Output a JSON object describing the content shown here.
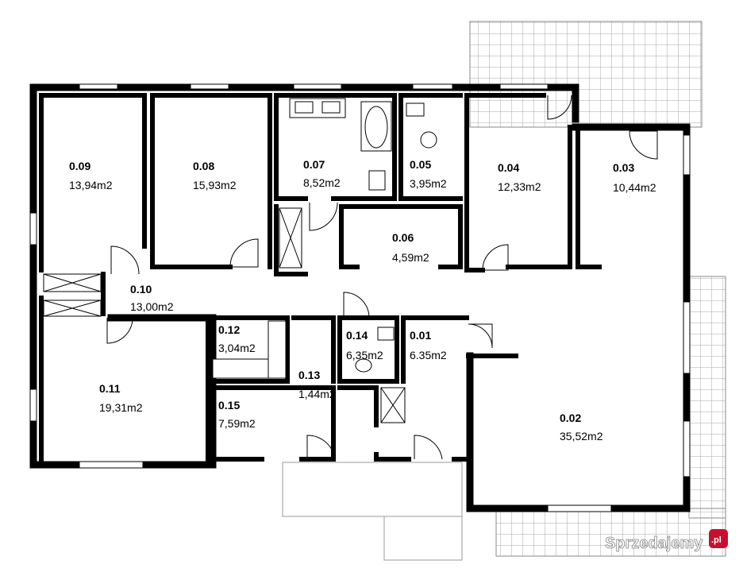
{
  "rooms": [
    {
      "id": "0.09",
      "area": "13,94m2"
    },
    {
      "id": "0.08",
      "area": "15,93m2"
    },
    {
      "id": "0.07",
      "area": "8,52m2"
    },
    {
      "id": "0.05",
      "area": "3,95m2"
    },
    {
      "id": "0.04",
      "area": "12,33m2"
    },
    {
      "id": "0.03",
      "area": "10,44m2"
    },
    {
      "id": "0.06",
      "area": "4,59m2"
    },
    {
      "id": "0.10",
      "area": "13,00m2"
    },
    {
      "id": "0.12",
      "area": "3,04m2"
    },
    {
      "id": "0.14",
      "area": "6,35m2"
    },
    {
      "id": "0.01",
      "area": "6.35m2"
    },
    {
      "id": "0.13",
      "area": "1,44m2"
    },
    {
      "id": "0.11",
      "area": "19,31m2"
    },
    {
      "id": "0.15",
      "area": "7,59m2"
    },
    {
      "id": "0.02",
      "area": "35,52m2"
    }
  ],
  "watermark": {
    "text": "Sprzedajemy",
    "suffix": ".pl"
  },
  "colors": {
    "wall": "#000000",
    "terrace_grid": "#9a9a9a",
    "watermark_accent": "#c8102e"
  }
}
